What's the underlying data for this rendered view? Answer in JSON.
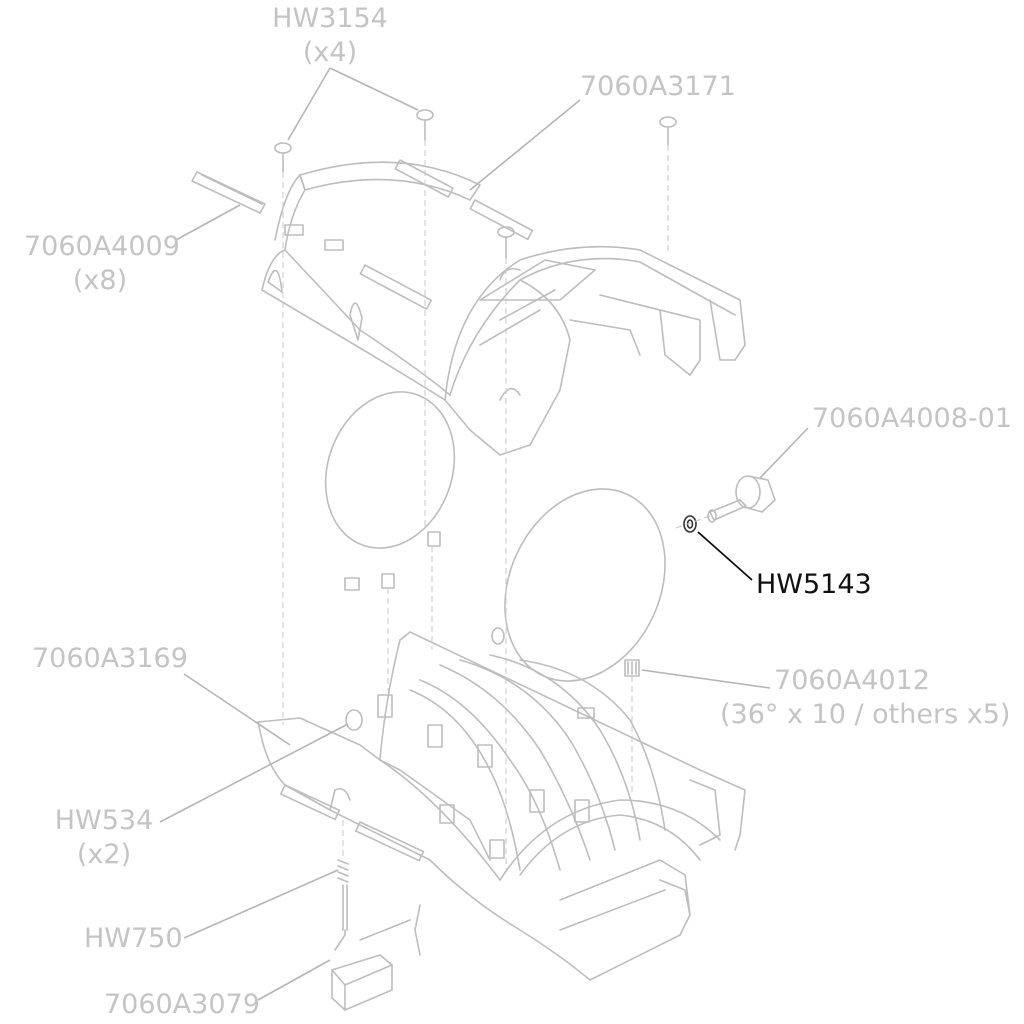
{
  "diagram": {
    "colors": {
      "label": "#c4c4c4",
      "highlight": "#111111",
      "part_stroke": "#bdbdbd",
      "leader": "#b5b5b5"
    },
    "labels": {
      "hw3154": {
        "part": "HW3154",
        "qty": "(x4)"
      },
      "7060a3171": {
        "part": "7060A3171"
      },
      "7060a4009": {
        "part": "7060A4009",
        "qty": "(x8)"
      },
      "7060a4008_01": {
        "part": "7060A4008-01"
      },
      "hw5143": {
        "part": "HW5143",
        "highlighted": true
      },
      "7060a3169": {
        "part": "7060A3169"
      },
      "7060a4012": {
        "part": "7060A4012",
        "qty": "(36° x 10 / others x5)"
      },
      "hw534": {
        "part": "HW534",
        "qty": "(x2)"
      },
      "hw750": {
        "part": "HW750"
      },
      "7060a3079": {
        "part": "7060A3079"
      }
    }
  }
}
